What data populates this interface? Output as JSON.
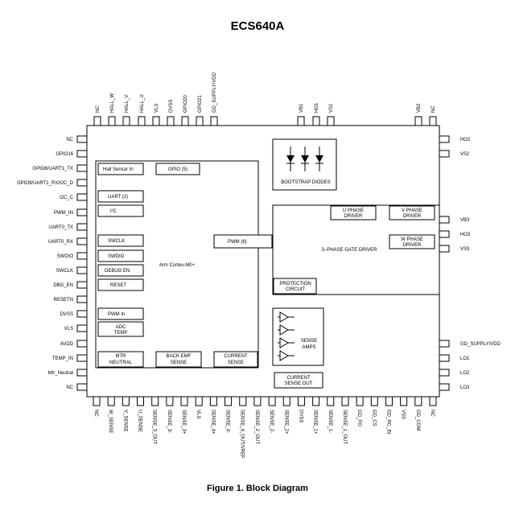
{
  "title": "ECS640A",
  "caption": "Figure 1. Block Diagram",
  "pins": {
    "top": [
      "NC",
      "HALL_W",
      "HALL_V",
      "HALL_U",
      "VLS",
      "DVSS",
      "GPIO20",
      "GPIO21",
      "GD_SUPPLY/VDD",
      "VB1",
      "HO1",
      "VS1",
      "VB2",
      "NC"
    ],
    "left": [
      "NC",
      "GPIO16",
      "GPIO8/UART1_TX",
      "GPIO9/UART1_RX/I2C_D",
      "I2C_C",
      "PWM_IN",
      "UART0_TX",
      "UART0_RX",
      "SWDIO",
      "SWCLK",
      "DBG_EN",
      "RESETN",
      "DVSS",
      "VLS",
      "AVDD",
      "TEMP_IN",
      "Mtr_Neutral",
      "NC"
    ],
    "right": [
      "HO2",
      "VS2",
      "VB3",
      "HO3",
      "VS3",
      "GD_SUPPLY/VDD",
      "LO1",
      "LO2",
      "LO3"
    ],
    "bottom": [
      "NC",
      "W_SENSE",
      "V_SENSE",
      "U_SENSE",
      "SENSE_3_OUT",
      "SENSE_3-",
      "SENSE_3+",
      "VLS",
      "SENSE_4+",
      "SENSE_4-",
      "SENSE_4_OUT/VREF",
      "SENSE_2_OUT",
      "SENSE_2-",
      "SENSE_2+",
      "DVSS",
      "SENSE_1+",
      "SENSE_1-",
      "SENSE_1_OUT",
      "GD_FO",
      "GD_CS",
      "GD_RC_IN",
      "VSS",
      "GD_COM",
      "NC"
    ]
  },
  "mcu": {
    "name": "Arm Cortex-M0+",
    "blocks": {
      "hall": "Hall Sensor In",
      "gpio": "GPIO (5)",
      "uart": "UART (2)",
      "i2c": "I²C",
      "swclk": "SWCLK",
      "swdio": "SWDIO",
      "debug": "DEBUG EN",
      "reset": "RESET",
      "pwmin": "PWM In",
      "adc1": "ADC",
      "adc2": "TEMP",
      "mtr1": "MTR",
      "mtr2": "NEUTRAL",
      "bemf1": "BACK EMF",
      "bemf2": "SENSE",
      "cur1": "CURRENT",
      "cur2": "SENSE",
      "pwm6": "PWM (6)"
    }
  },
  "bootstrap": "BOOTSTRAP DIODES",
  "gate": {
    "name": "3–PHASE GATE DRIVER",
    "u1": "U PHASE",
    "u2": "DRIVER",
    "v1": "V PHASE",
    "v2": "DRIVER",
    "w1": "W PHASE",
    "w2": "DRIVER",
    "p1": "PROTECTION",
    "p2": "CIRCUIT"
  },
  "sense": {
    "name1": "SENSE",
    "name2": "AMPS",
    "out1": "CURRENT",
    "out2": "SENSE OUT"
  }
}
